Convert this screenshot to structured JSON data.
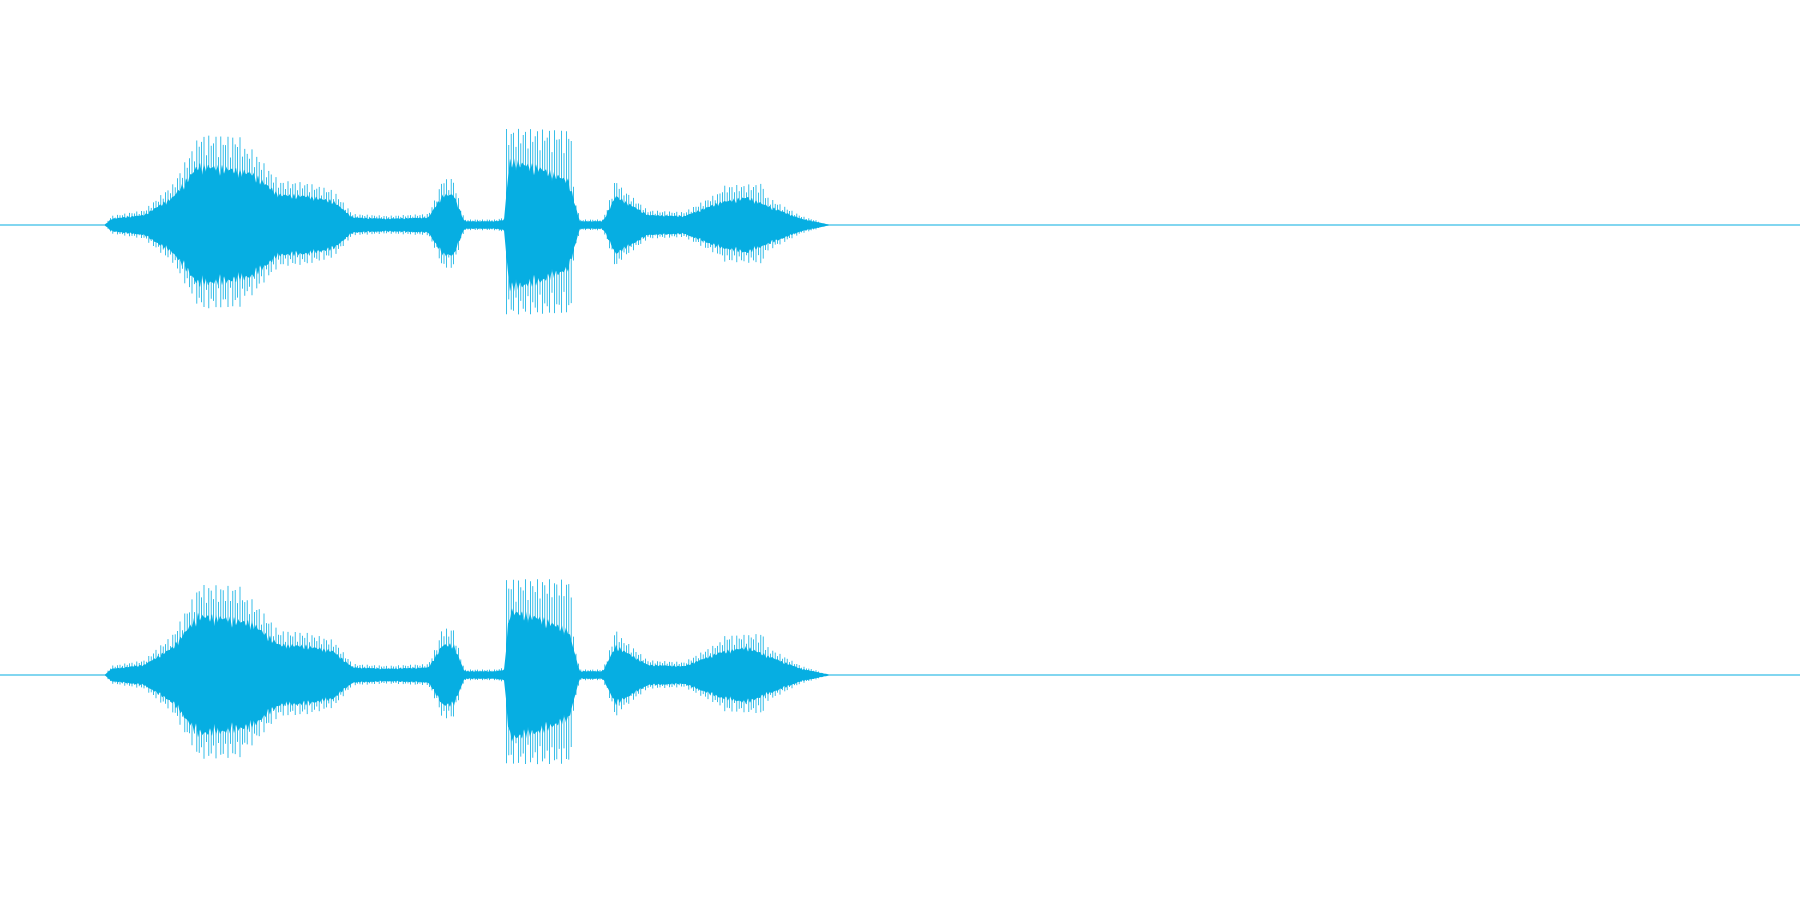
{
  "waveform": {
    "color": "#06aee2",
    "background": "#ffffff",
    "channel_count": 2,
    "channels": [
      {
        "name": "channel-1"
      },
      {
        "name": "channel-2"
      }
    ],
    "envelope": [
      [
        0.0,
        0.0
      ],
      [
        0.058,
        0.0
      ],
      [
        0.062,
        0.05
      ],
      [
        0.08,
        0.08
      ],
      [
        0.096,
        0.22
      ],
      [
        0.11,
        0.47
      ],
      [
        0.125,
        0.45
      ],
      [
        0.14,
        0.41
      ],
      [
        0.155,
        0.24
      ],
      [
        0.17,
        0.23
      ],
      [
        0.185,
        0.19
      ],
      [
        0.196,
        0.06
      ],
      [
        0.215,
        0.05
      ],
      [
        0.238,
        0.06
      ],
      [
        0.246,
        0.24
      ],
      [
        0.252,
        0.24
      ],
      [
        0.258,
        0.03
      ],
      [
        0.275,
        0.03
      ],
      [
        0.28,
        0.04
      ],
      [
        0.283,
        0.51
      ],
      [
        0.3,
        0.45
      ],
      [
        0.316,
        0.35
      ],
      [
        0.322,
        0.03
      ],
      [
        0.335,
        0.03
      ],
      [
        0.342,
        0.23
      ],
      [
        0.36,
        0.08
      ],
      [
        0.38,
        0.07
      ],
      [
        0.4,
        0.18
      ],
      [
        0.415,
        0.22
      ],
      [
        0.425,
        0.16
      ],
      [
        0.445,
        0.05
      ],
      [
        0.462,
        0.0
      ],
      [
        0.538,
        0.0
      ],
      [
        0.541,
        0.004
      ],
      [
        0.545,
        0.0
      ],
      [
        1.0,
        0.0
      ]
    ],
    "stripe_peaks": [
      [
        0.11,
        0.135,
        0.49
      ],
      [
        0.28,
        0.318,
        0.52
      ],
      [
        0.245,
        0.253,
        0.26
      ],
      [
        0.34,
        0.345,
        0.25
      ],
      [
        0.4,
        0.425,
        0.24
      ]
    ]
  }
}
